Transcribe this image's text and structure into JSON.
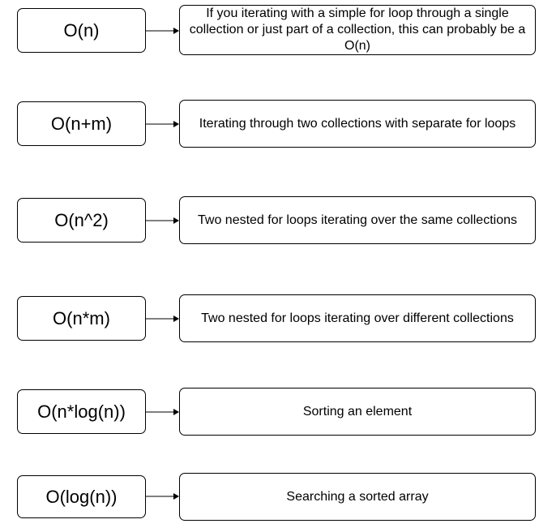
{
  "rows": [
    {
      "complexity": "O(n)",
      "description": "If you iterating with a simple for loop through a single collection or just part of a collection, this can probably be a O(n)"
    },
    {
      "complexity": "O(n+m)",
      "description": "Iterating through two collections with separate for loops"
    },
    {
      "complexity": "O(n^2)",
      "description": "Two nested for loops iterating over the same collections"
    },
    {
      "complexity": "O(n*m)",
      "description": "Two nested for loops iterating over different collections"
    },
    {
      "complexity": "O(n*log(n))",
      "description": "Sorting an element"
    },
    {
      "complexity": "O(log(n))",
      "description": "Searching a sorted array"
    }
  ]
}
